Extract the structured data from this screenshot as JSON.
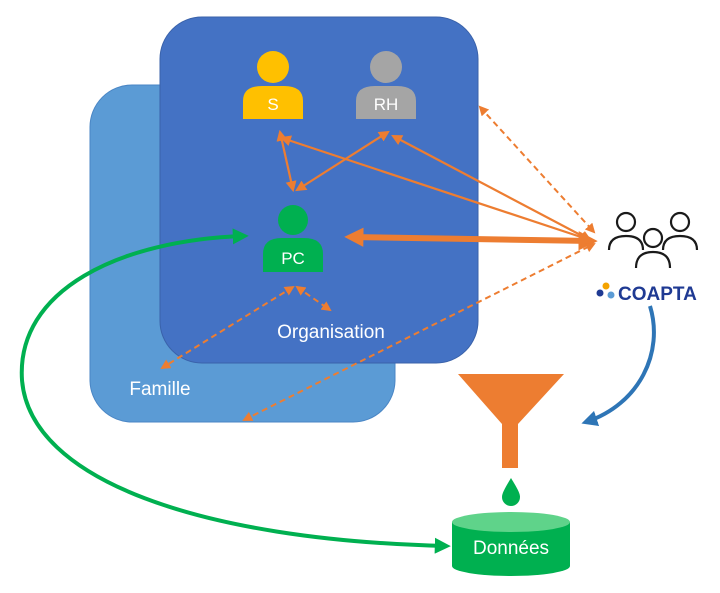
{
  "labels": {
    "s": "S",
    "rh": "RH",
    "pc": "PC",
    "organisation": "Organisation",
    "famille": "Famille",
    "coapta": "COAPTA",
    "donnees": "Données"
  },
  "colors": {
    "organisation_box": "#4472c4",
    "famille_box": "#5b9bd5",
    "s_person": "#ffc000",
    "rh_person": "#a5a5a5",
    "pc_person": "#00b050",
    "arrows_orange": "#ed7d31",
    "arrow_green": "#00b050",
    "arrow_blue": "#2e75b6",
    "funnel": "#ed7d31",
    "database": "#00b050",
    "coapta_text": "#1f3a93"
  },
  "icons": [
    "person-icon",
    "group-icon",
    "funnel-icon",
    "drop-icon",
    "database-icon",
    "coapta-logo-dots"
  ]
}
